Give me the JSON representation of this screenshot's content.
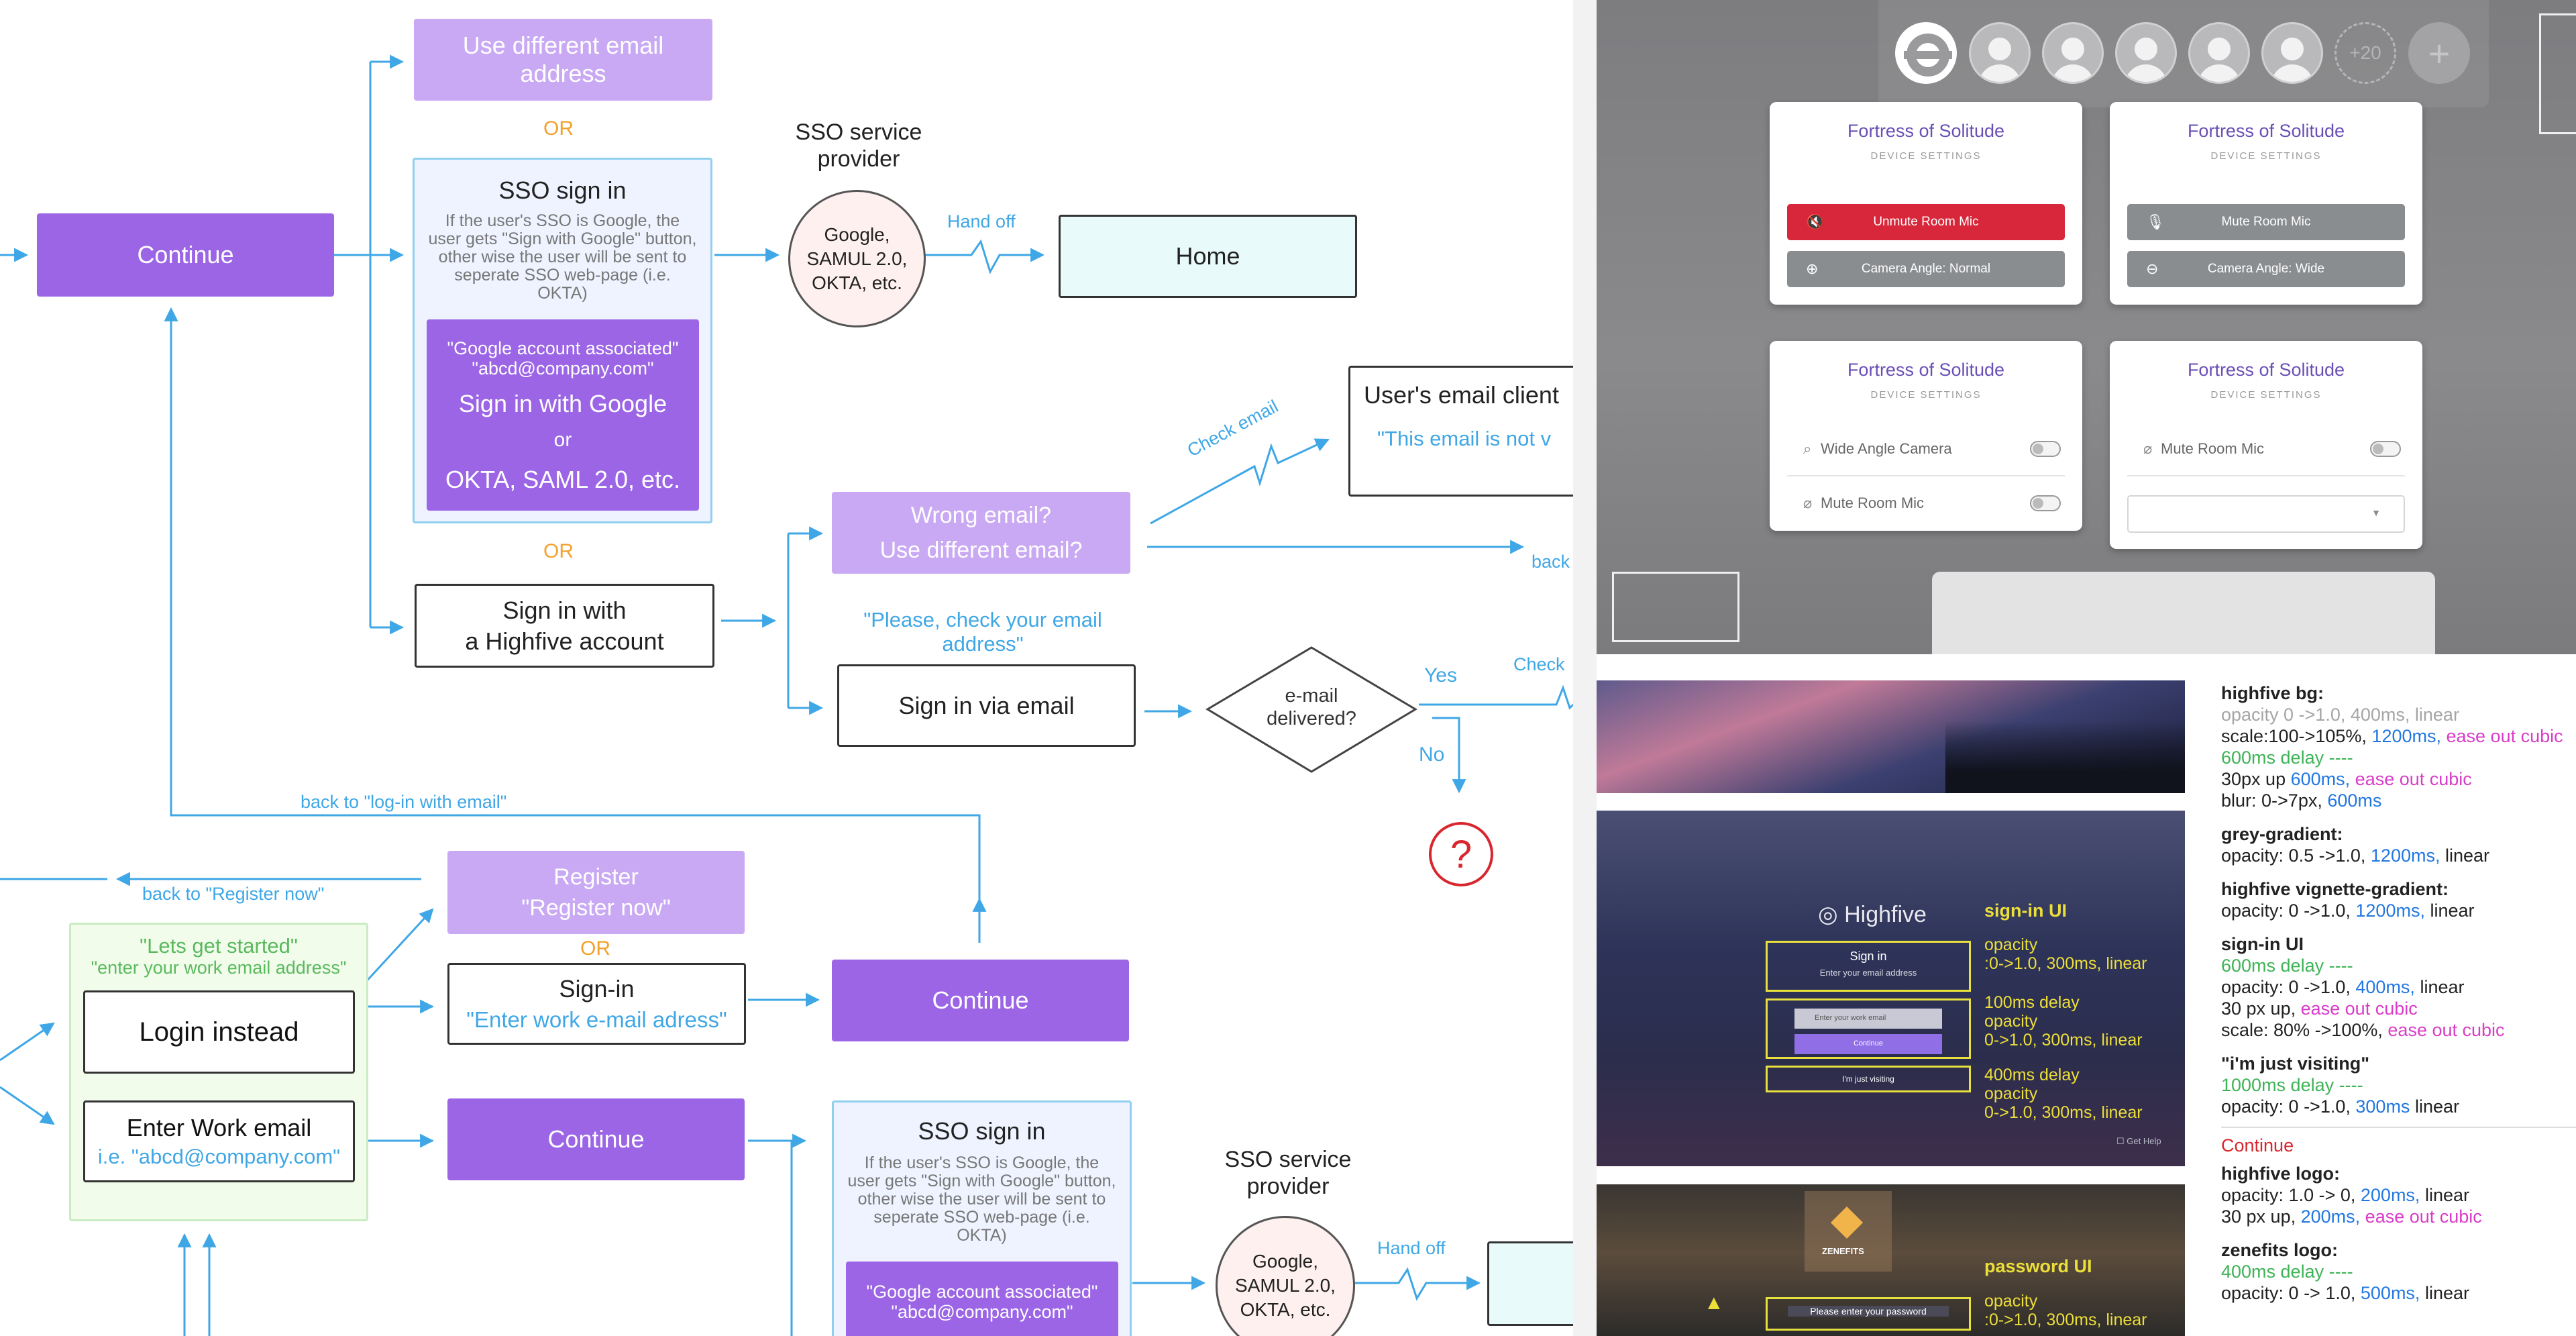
{
  "flow": {
    "use_different_email": "Use different email address",
    "or": "OR",
    "sso_signin_title": "SSO sign in",
    "sso_signin_desc": "If the user's SSO is Google, the user gets \"Sign with Google\" button, other wise the user will be sent to seperate SSO web-page (i.e. OKTA)",
    "google_associated": "\"Google account associated\"",
    "google_email": "\"abcd@company.com\"",
    "sign_in_with_google": "Sign in with Google",
    "or_lower": "or",
    "okta_saml": "OKTA, SAML 2.0, etc.",
    "continue": "Continue",
    "sso_provider": "SSO service provider",
    "sso_provider_list": "Google, SAMUL 2.0, OKTA, etc.",
    "hand_off": "Hand off",
    "home": "Home",
    "users_email_client": "User's  email client",
    "email_not_v": "\"This email is not v",
    "check_email": "Check email",
    "wrong_email": "Wrong email?",
    "use_different_email_q": "Use different email?",
    "back": "back",
    "please_check": "\"Please, check your email address\"",
    "sign_in_via_email": "Sign in via email",
    "email_delivered": "e-mail delivered?",
    "yes": "Yes",
    "no": "No",
    "check": "Check",
    "question": "?",
    "sign_in_with_highfive_1": "Sign in with",
    "sign_in_with_highfive_2": "a Highfive account",
    "back_to_login": "back to \"log-in with email\"",
    "back_to_register": "back to \"Register now\"",
    "register": "Register",
    "register_now": "\"Register now\"",
    "signin": "Sign-in",
    "enter_work_email_quote": "\"Enter work e-mail adress\"",
    "lets_get_started": "\"Lets get started\"",
    "enter_your_work_email": "\"enter your work email address\"",
    "login_instead": "Login instead",
    "enter_work_email": "Enter Work email",
    "ie_email": "i.e. \"abcd@company.com\""
  },
  "devices": {
    "participants_more": "+20",
    "add_icon": "plus-icon",
    "cards": [
      {
        "title": "Fortress of Solitude",
        "subtitle": "DEVICE SETTINGS",
        "btn1": "Unmute Room Mic",
        "btn1_color": "#d8263a",
        "btn2": "Camera Angle: Normal"
      },
      {
        "title": "Fortress of Solitude",
        "subtitle": "DEVICE SETTINGS",
        "btn1": "Mute Room Mic",
        "btn1_color": "#8a8d90",
        "btn2": "Camera Angle: Wide"
      },
      {
        "title": "Fortress of Solitude",
        "subtitle": "DEVICE SETTINGS",
        "row1": "Wide Angle Camera",
        "row2": "Mute Room Mic"
      },
      {
        "title": "Fortress of Solitude",
        "subtitle": "DEVICE SETTINGS",
        "row1": "Mute Room Mic"
      }
    ]
  },
  "samples": {
    "brand": "Highfive",
    "signin_ui": "sign-in UI",
    "sign_in": "Sign in",
    "enter_email": "Enter your email address",
    "enter_work_email": "Enter your work email",
    "continue": "Continue",
    "just_visiting": "I'm just visiting",
    "opacity_1": "opacity",
    "opacity_1b": ":0->1.0, 300ms, linear",
    "delay_2": "100ms delay",
    "opacity_2": "opacity",
    "opacity_2b": "0->1.0, 300ms, linear",
    "delay_3": "400ms delay",
    "opacity_3": "opacity",
    "opacity_3b": "0->1.0, 300ms, linear",
    "get_help": "Get Help",
    "zenefits": "ZENEFITS",
    "password_ui": "password UI",
    "enter_password": "Please enter your password",
    "opacity_4": "opacity",
    "opacity_4b": ":0->1.0, 300ms, linear"
  },
  "notes": {
    "bg_title": "highfive bg:",
    "bg_l1": "opacity 0 ->1.0, 400ms, linear",
    "bg_l2a": "scale:100->105%,",
    "bg_l2b": "1200ms,",
    "bg_l2c": "ease out cubic",
    "bg_l3": "600ms delay ----",
    "bg_l4a": "30px up",
    "bg_l4b": "600ms,",
    "bg_l4c": "ease out cubic",
    "bg_l5a": "blur: 0->7px,",
    "bg_l5b": "600ms",
    "grey_title": "grey-gradient:",
    "grey_l1a": "opacity: 0.5 ->1.0,",
    "grey_l1b": "1200ms,",
    "grey_l1c": "linear",
    "vig_title": "highfive vignette-gradient:",
    "vig_l1a": "opacity: 0 ->1.0,",
    "vig_l1b": "1200ms,",
    "vig_l1c": "linear",
    "sign_title": "sign-in UI",
    "sign_l1": "600ms delay ----",
    "sign_l2a": "opacity: 0 ->1.0,",
    "sign_l2b": "400ms,",
    "sign_l2c": "linear",
    "sign_l3a": "30 px up,",
    "sign_l3b": "ease out cubic",
    "sign_l4a": "scale: 80% ->100%,",
    "sign_l4b": "ease out cubic",
    "visit_title": "\"i'm just visiting\"",
    "visit_l1": "1000ms delay ----",
    "visit_l2a": "opacity: 0 ->1.0,",
    "visit_l2b": "300ms",
    "visit_l2c": "linear",
    "continue_title": "Continue",
    "logo_title": "highfive logo:",
    "logo_l1a": "opacity: 1.0 -> 0,",
    "logo_l1b": "200ms,",
    "logo_l1c": "linear",
    "logo_l2a": "30 px up,",
    "logo_l2b": "200ms,",
    "logo_l2c": "ease out cubic",
    "zen_title": "zenefits logo:",
    "zen_l1": "400ms delay ----",
    "zen_l2a": "opacity: 0 -> 1.0,",
    "zen_l2b": "500ms,",
    "zen_l2c": "linear"
  }
}
